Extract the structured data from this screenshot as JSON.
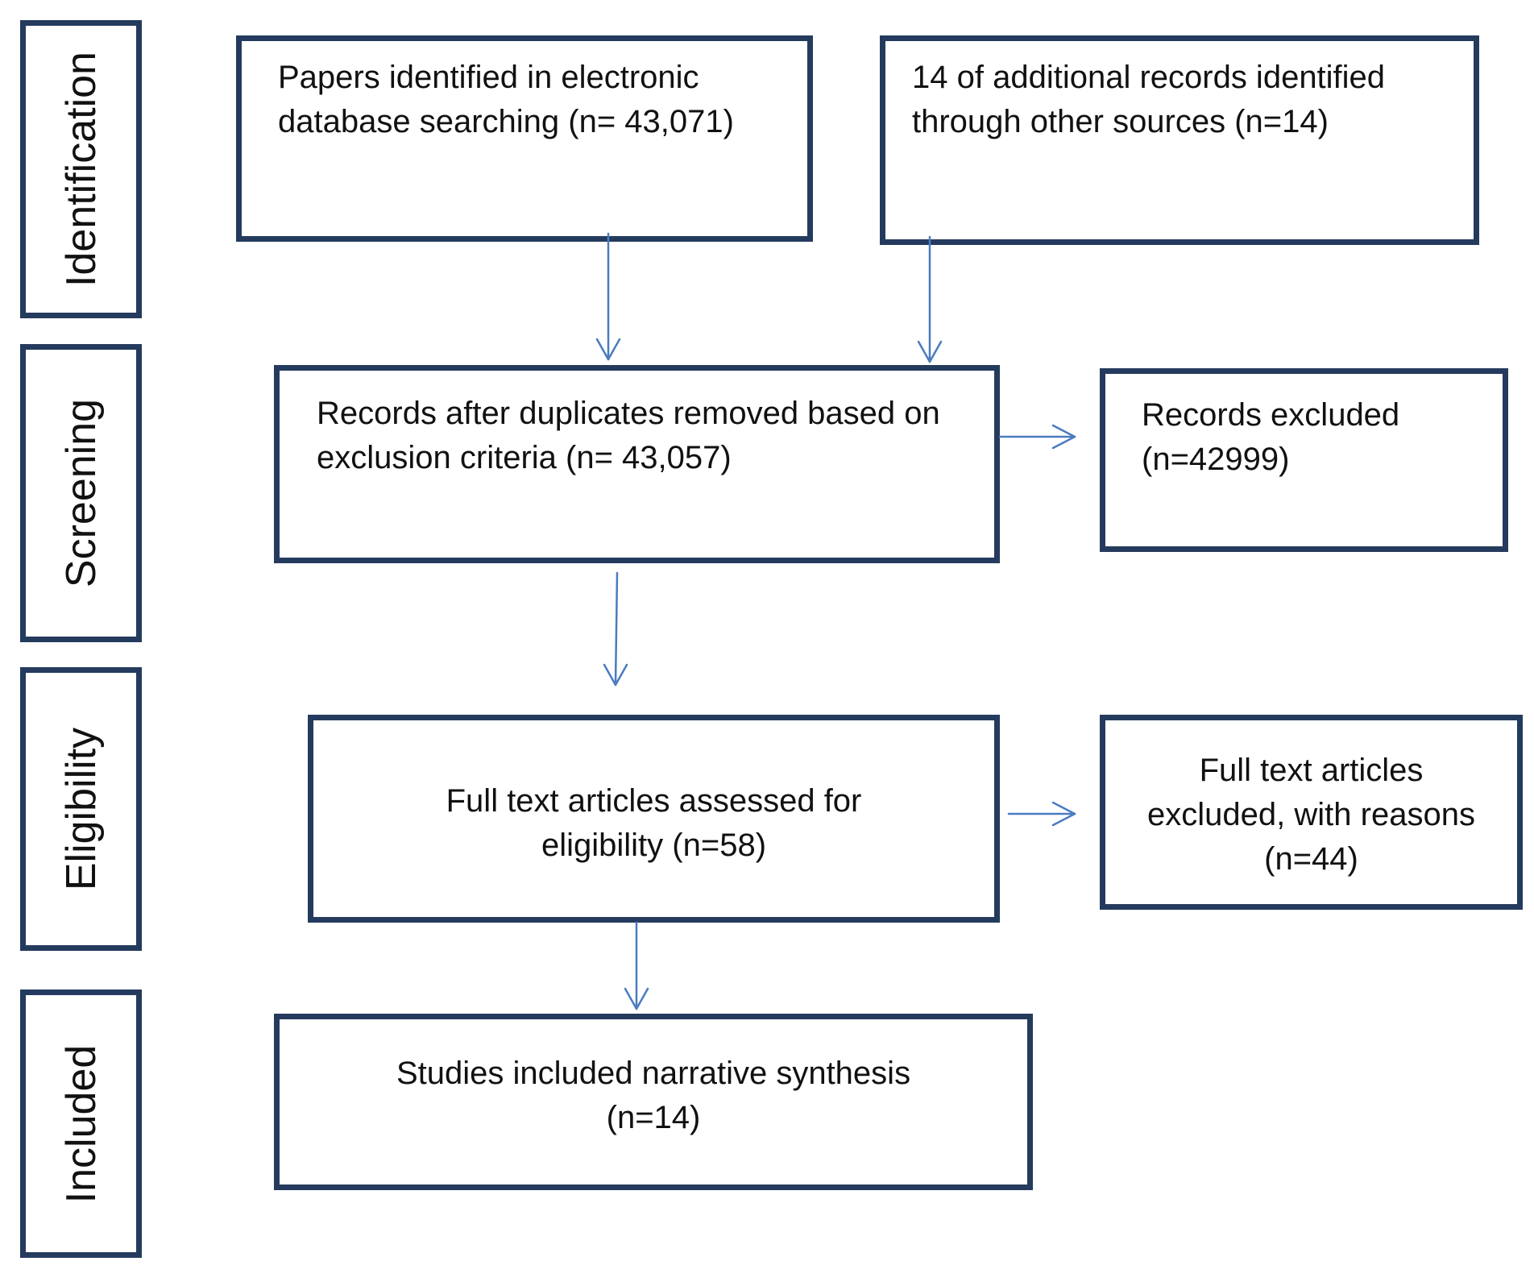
{
  "stages": {
    "identification": "Identification",
    "screening": "Screening",
    "eligibility": "Eligibility",
    "included": "Included"
  },
  "boxes": {
    "database_search": "Papers identified in electronic\ndatabase searching (n= 43,071)",
    "other_sources": "14 of additional records identified\nthrough other sources (n=14)",
    "after_duplicates": "Records after duplicates removed based on\nexclusion criteria (n= 43,057)",
    "records_excluded": "Records excluded\n(n=42999)",
    "fulltext_assessed": "Full text articles assessed for\neligibility (n=58)",
    "fulltext_excluded": "Full text articles\nexcluded, with reasons\n(n=44)",
    "included_studies": "Studies included narrative synthesis\n(n=14)"
  },
  "colors": {
    "box_border": "#243b5e",
    "arrow": "#4a7bbf"
  }
}
